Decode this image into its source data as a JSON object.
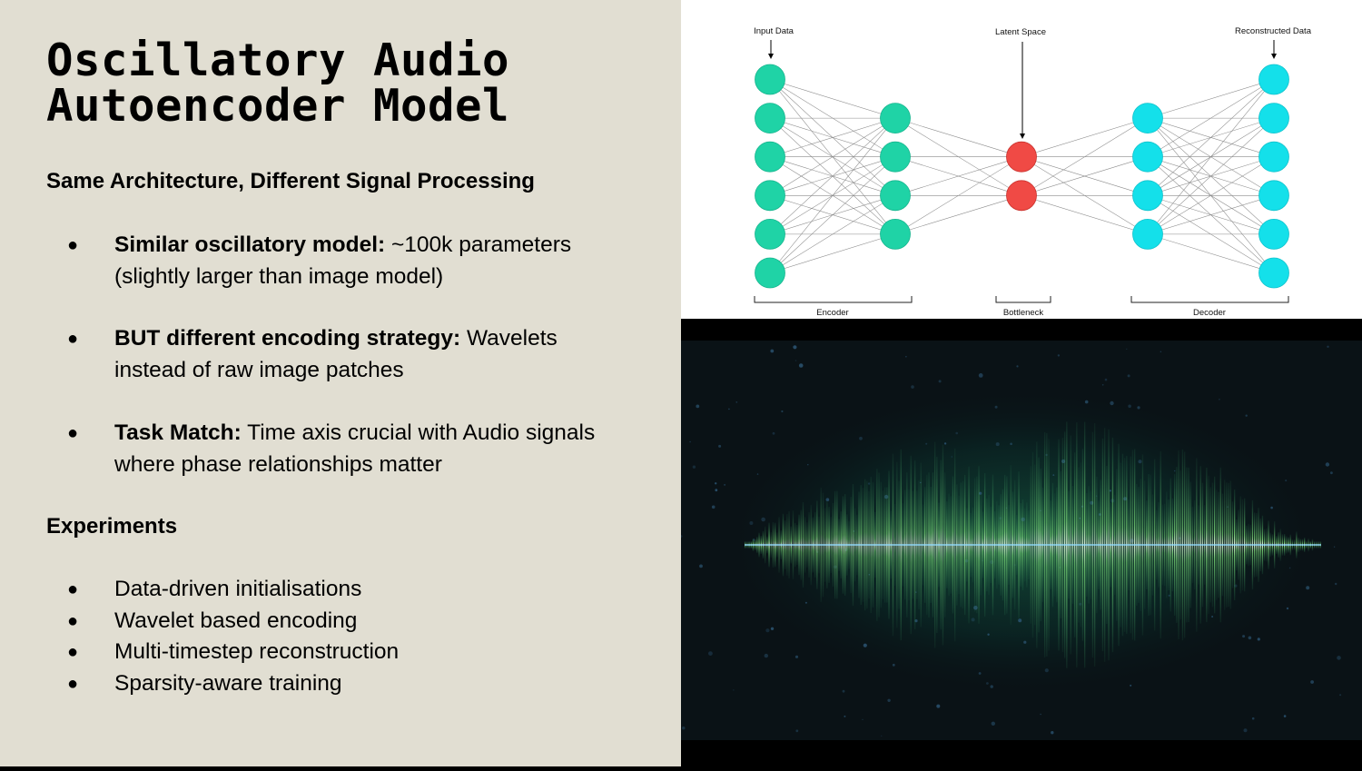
{
  "slide": {
    "title_line1": "Oscillatory Audio",
    "title_line2": "Autoencoder Model",
    "section1_heading": "Same Architecture, Different Signal Processing",
    "bullets1": [
      {
        "bold": "Similar oscillatory model:",
        "text": " ~100k parameters (slightly larger than image model)"
      },
      {
        "bold": "BUT different encoding strategy:",
        "text": " Wavelets instead of raw image patches"
      },
      {
        "bold": "Task Match:",
        "text": " Time axis crucial with Audio signals where phase relationships matter"
      }
    ],
    "section2_heading": "Experiments",
    "bullets2": [
      "Data-driven initialisations",
      "Wavelet based encoding",
      "Multi-timestep reconstruction",
      "Sparsity-aware training"
    ],
    "bullet_glyph": "●"
  },
  "diagram": {
    "labels": {
      "input": "Input Data",
      "latent": "Latent Space",
      "reconstructed": "Reconstructed Data",
      "encoder": "Encoder",
      "bottleneck": "Bottleneck",
      "decoder": "Decoder"
    },
    "layer_sizes": [
      6,
      4,
      2,
      4,
      6
    ],
    "colors": {
      "input": "#1fd3a6",
      "hidden_enc": "#1fd3a6",
      "latent": "#f04a45",
      "hidden_dec": "#14e0ea",
      "output": "#14e0ea",
      "edge": "#8a8a8a"
    }
  },
  "waveform": {
    "icon": "audio-waveform-image",
    "colors": {
      "glow": "#0f3a2e",
      "bar": "#7ee07a",
      "center": "#e6fff0",
      "line": "#7fd4ff"
    }
  }
}
